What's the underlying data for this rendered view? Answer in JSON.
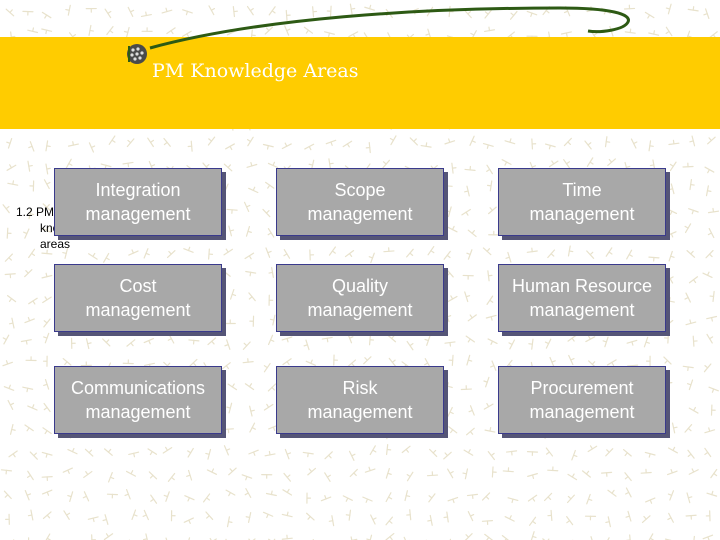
{
  "slide": {
    "title": "PM Knowledge Areas",
    "side_label": [
      "1.2 PM",
      "knowledge",
      "areas"
    ]
  },
  "areas": [
    {
      "line1": "Integration",
      "line2": "management"
    },
    {
      "line1": "Scope",
      "line2": "management"
    },
    {
      "line1": "Time",
      "line2": "management"
    },
    {
      "line1": "Cost",
      "line2": "management"
    },
    {
      "line1": "Quality",
      "line2": "management"
    },
    {
      "line1": "Human Resource",
      "line2": "management"
    },
    {
      "line1": "Communications",
      "line2": "management"
    },
    {
      "line1": "Risk",
      "line2": "management"
    },
    {
      "line1": "Procurement",
      "line2": "management"
    }
  ],
  "colors": {
    "title_band": "#ffcc00",
    "box_fill": "#a8a8a8",
    "box_border": "#3a3a8c",
    "box_text": "#ffffff",
    "swoosh": "#2d5a14"
  }
}
